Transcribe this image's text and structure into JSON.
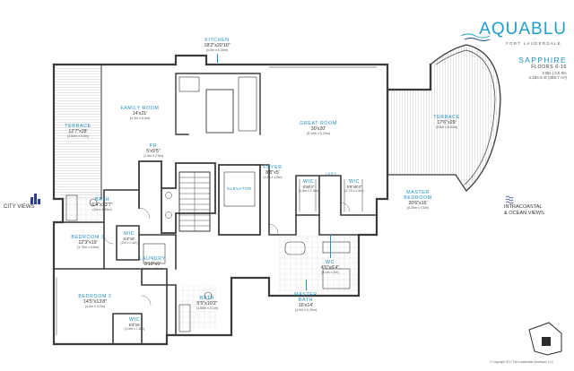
{
  "brand": {
    "name": "AQUABLU",
    "subtitle": "FORT LAUDERDALE"
  },
  "unit": {
    "name": "SAPPHIRE",
    "floors": "FLOORS 6-16",
    "beds_baths": "3 BD  |  3.5 BA",
    "area": "4,184.6 sf (388.7 m²)"
  },
  "rooms": {
    "kitchen": {
      "name": "KITCHEN",
      "dims": "18'2\"x20'10\"",
      "metric": "(5.5m x 6.35m)"
    },
    "family_room": {
      "name": "FAMILY ROOM",
      "dims": "14'x21'",
      "metric": "(4.3m x 6.4m)"
    },
    "terrace_w": {
      "name": "TERRACE",
      "dims": "12'7\"x28'",
      "metric": "(3.84m x 8.5m)"
    },
    "great_room": {
      "name": "GREAT ROOM",
      "dims": "30'x20'",
      "metric": "(9.14m x 6.10m)"
    },
    "terrace_e": {
      "name": "TERRACE",
      "dims": "17'6\"x29'",
      "metric": "(5.3m x 8.83m)"
    },
    "pr": {
      "name": "PR",
      "dims": "5'x9'5\"",
      "metric": "(1.5m x 2.9m)"
    },
    "foyer": {
      "name": "FOYER",
      "dims": "8'8\"x5'",
      "metric": "(2.65 x 1.5m)"
    },
    "elevator": {
      "name": "ELEVATOR"
    },
    "wic_1": {
      "name": "WIC",
      "dims": "6'x8'4\"",
      "metric": "(1.8m x 2.5m)"
    },
    "ldry": {
      "name": "LDRY"
    },
    "wic_2": {
      "name": "WIC",
      "dims": "5'9\"x8'4\"",
      "metric": "(1.75 x 2.5m)"
    },
    "master_bed": {
      "name": "MASTER\nBEDROOM",
      "dims": "20'6\"x16'",
      "metric": "(6.25m x 4.8m)"
    },
    "bath_1": {
      "name": "BATH",
      "dims": "6'4\"x13'7\"",
      "metric": "(2m x 4.15m)"
    },
    "bedroom_3": {
      "name": "BEDROOM 3",
      "dims": "12'3\"x19'",
      "metric": "(3.75m x 5.8m)"
    },
    "wic_3": {
      "name": "WIC",
      "dims": "6'4\"x8'",
      "metric": "(2m x 2.4m)"
    },
    "laundry": {
      "name": "LAUNDRY",
      "dims": "3'10\"x5'",
      "metric": "(1.2m x 1.5m)"
    },
    "wc": {
      "name": "WC",
      "dims": "4'6\"x6'4\"",
      "metric": "(1.4m x 2m)"
    },
    "master_bath": {
      "name": "MASTER\nBATH",
      "dims": "16'x14'",
      "metric": "(4.9m x 4.25m)"
    },
    "bedroom_2": {
      "name": "BEDROOM 2",
      "dims": "14'5\"x13'8\"",
      "metric": "(4.4m x 4.2m)"
    },
    "bath_2": {
      "name": "BATH",
      "dims": "5'5\"x10'2\"",
      "metric": "(1.65m x 3.1m)"
    },
    "wic_4": {
      "name": "WIC",
      "dims": "6'3\"x6'",
      "metric": "(1.9m x 1.8m)"
    }
  },
  "views": {
    "city": "CITY VIEWS",
    "ocean": "INTRACOASTAL\n& OCEAN VIEWS"
  },
  "copyright": "© Copyright 2017 Fort Lauderdale Developer, LLC",
  "colors": {
    "accent": "#1f8fbf",
    "wall": "#3a3a3a",
    "hatch": "#bfbfbf"
  }
}
